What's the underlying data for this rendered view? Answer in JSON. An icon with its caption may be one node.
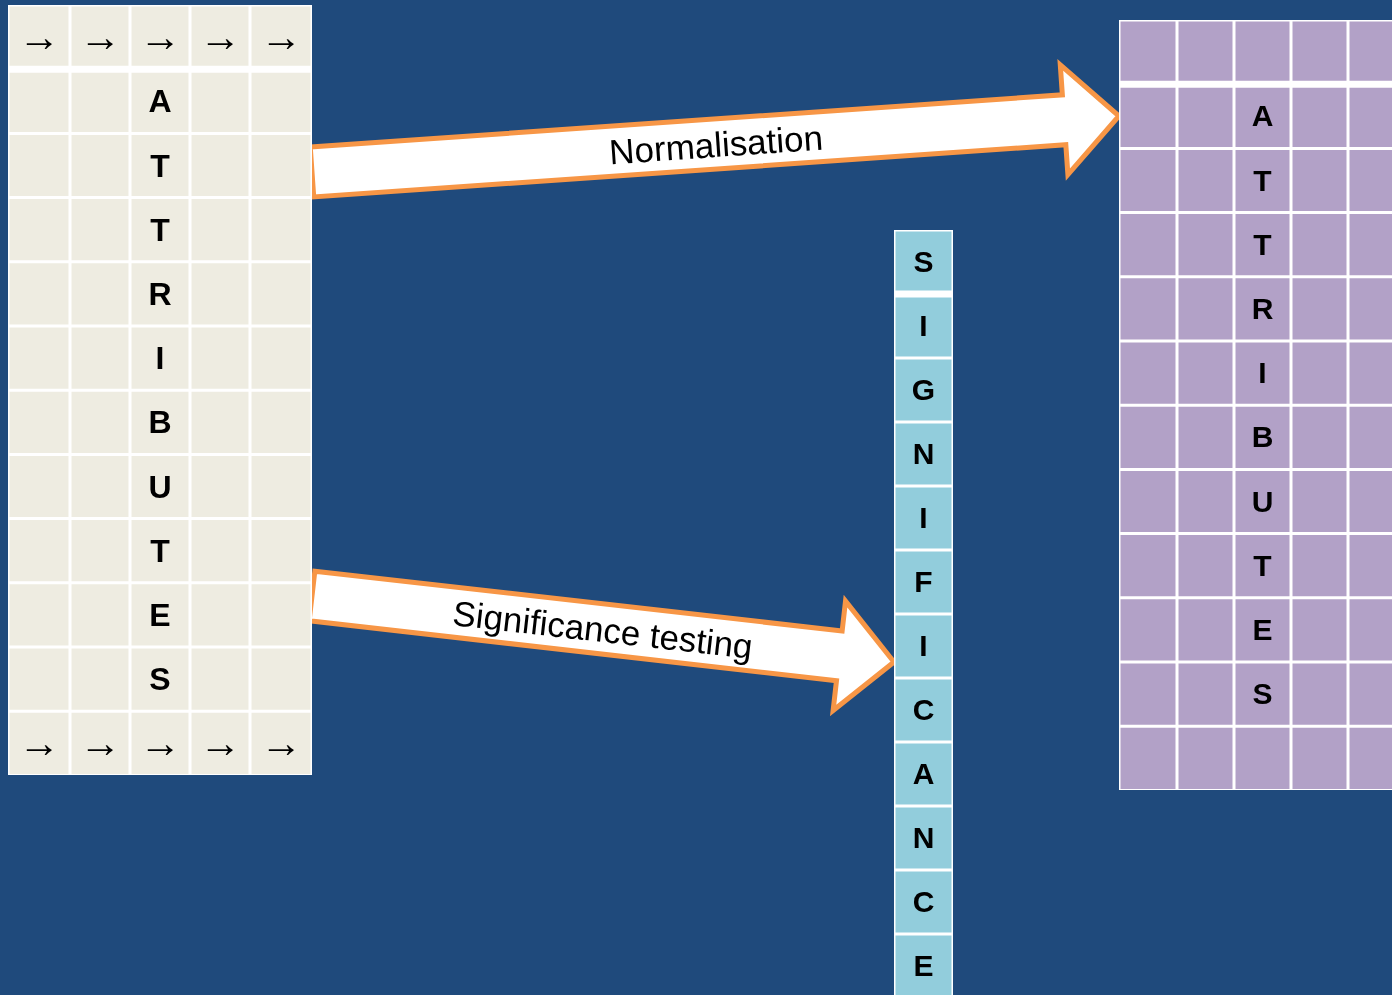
{
  "diagram": {
    "nodes": [
      {
        "text": [
          "→",
          "→",
          "→",
          "→",
          "→",
          "A",
          "T",
          "T",
          "R",
          "I",
          "B",
          "U",
          "T",
          "E",
          "S",
          "→",
          "→",
          "→",
          "→",
          "→"
        ]
      },
      {
        "text": [
          "A",
          "T",
          "T",
          "R",
          "I",
          "B",
          "U",
          "T",
          "E",
          "S"
        ]
      },
      {
        "text": [
          "S",
          "I",
          "G",
          "N",
          "I",
          "F",
          "I",
          "C",
          "A",
          "N",
          "C",
          "E"
        ]
      }
    ],
    "edges": [
      {
        "from": 0,
        "to": 1,
        "label": "Normalisation",
        "arrow": "to"
      },
      {
        "from": 0,
        "to": 2,
        "label": "Significance testing",
        "arrow": "to"
      }
    ]
  }
}
